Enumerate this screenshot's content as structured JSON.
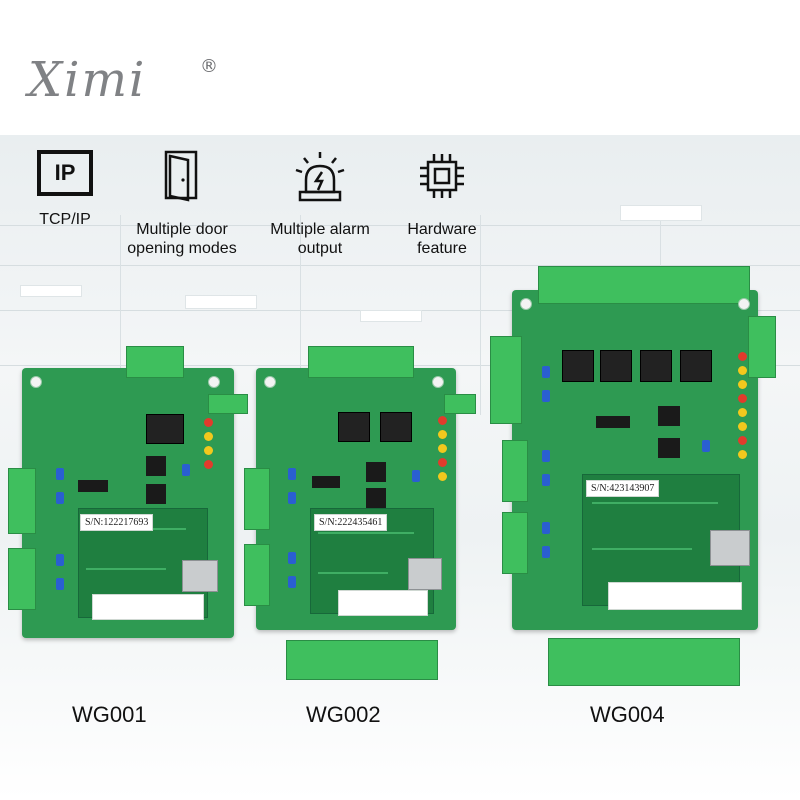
{
  "brand": {
    "logo_text": "Ximi",
    "registered_mark": "®"
  },
  "features": [
    {
      "icon": "ip-icon",
      "icon_text": "IP",
      "label": "TCP/IP"
    },
    {
      "icon": "door-icon",
      "label_line1": "Multiple door",
      "label_line2": "opening modes"
    },
    {
      "icon": "alarm-siren-icon",
      "label_line1": "Multiple alarm",
      "label_line2": "output"
    },
    {
      "icon": "chip-icon",
      "label_line1": "Hardware",
      "label_line2": "feature"
    }
  ],
  "products": [
    {
      "model": "WG001",
      "serial": "S/N:122217693"
    },
    {
      "model": "WG002",
      "serial": "S/N:222435461"
    },
    {
      "model": "WG004",
      "serial": "S/N:423143907"
    }
  ],
  "colors": {
    "pcb_green": "#2e9a52",
    "terminal_green": "#3fbf5e",
    "capacitor_blue": "#2a5fd1",
    "text": "#111111",
    "logo_gray": "#808285"
  }
}
